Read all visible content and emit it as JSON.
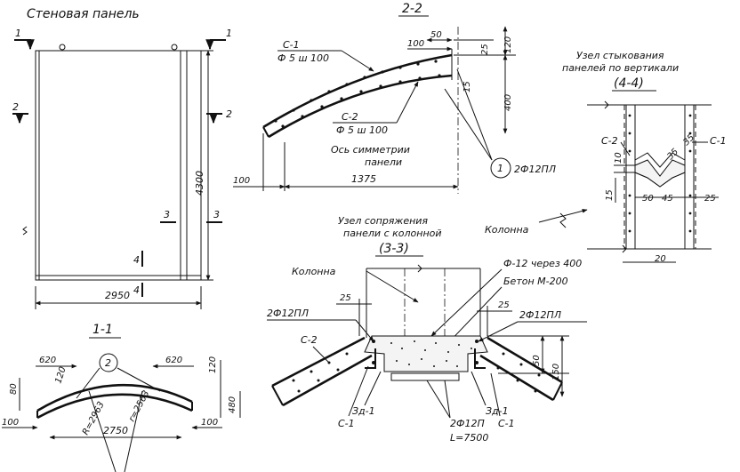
{
  "panel": {
    "title": "Стеновая панель",
    "height": "4300",
    "width": "2950",
    "cut1": "1",
    "cut2": "2",
    "cut3": "3",
    "cut4": "4"
  },
  "section22": {
    "title": "2-2",
    "c1": "С-1",
    "c1_spec": "Ф 5 ш 100",
    "c2": "С-2",
    "c2_spec": "Ф 5 ш 100",
    "axis1": "Ось симметрии",
    "axis2": "панели",
    "d50": "50",
    "d100": "100",
    "d25": "25",
    "d120": "120",
    "d15": "15",
    "d400": "400",
    "bar": "2Ф12ПЛ",
    "bubble": "1",
    "d100b": "100",
    "d1375": "1375"
  },
  "node44": {
    "title1": "Узел стыкования",
    "title2": "панелей по вертикали",
    "title3": "(4-4)",
    "c2": "С-2",
    "c1": "С-1",
    "d35a": "35",
    "d35b": "35",
    "d10": "10",
    "d15": "15",
    "d50": "50",
    "d45": "45",
    "d25": "25",
    "d20": "20",
    "column": "Колонна"
  },
  "section11": {
    "title": "1-1",
    "d620a": "620",
    "d620b": "620",
    "d120a": "120",
    "d80": "80",
    "d120b": "120",
    "d480": "480",
    "r1": "R=2963",
    "r2": "r=2563",
    "d100a": "100",
    "d100b": "100",
    "d2750": "2750",
    "bubble": "2"
  },
  "node33": {
    "title1": "Узел сопряжения",
    "title2": "панели с колонной",
    "title3": "(3-3)",
    "column": "Колонна",
    "rebar": "Ф-12 через 400",
    "concrete": "Бетон М-200",
    "bars_left": "2Ф12ПЛ",
    "bars_right": "2Ф12ПЛ",
    "d25a": "25",
    "d25b": "25",
    "c2": "С-2",
    "c1a": "С-1",
    "c1b": "С-1",
    "emb_left": "Зд-1",
    "emb_right": "Зд-1",
    "bars_bottom": "2Ф12П",
    "length": "L=7500",
    "d50": "50",
    "d150": "150"
  }
}
